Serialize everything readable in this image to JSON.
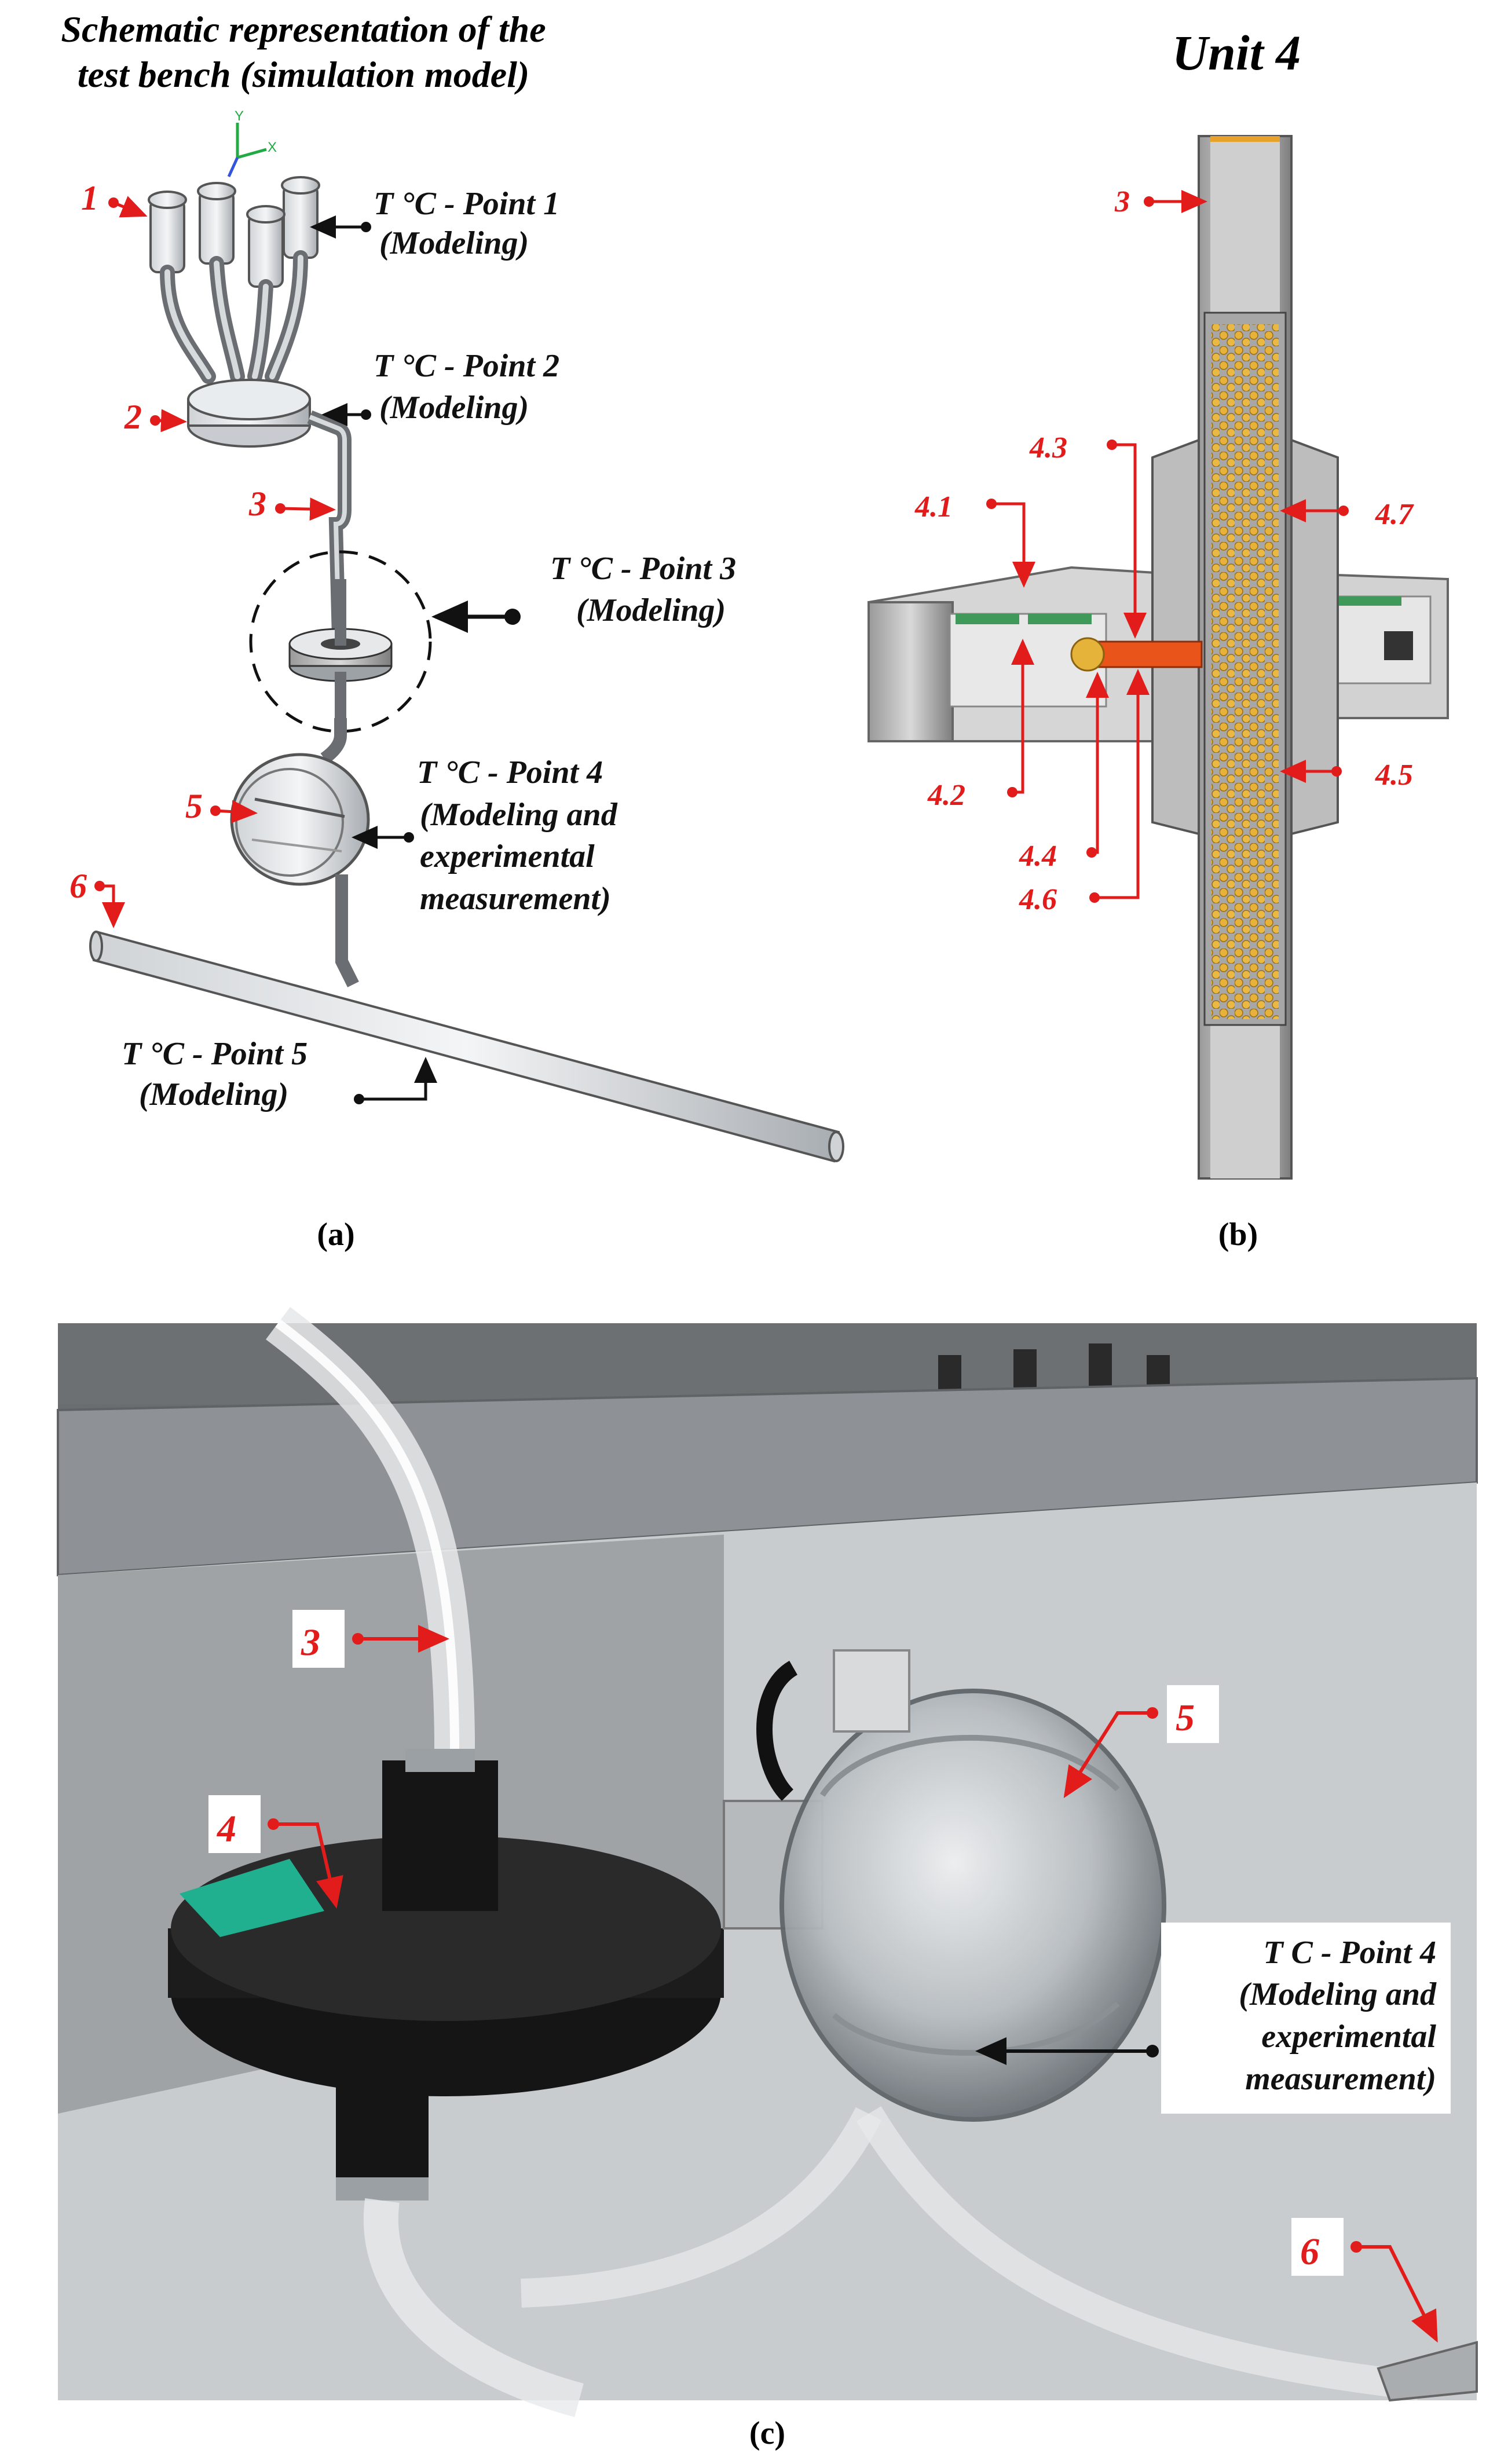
{
  "panel_a": {
    "title_line1": "Schematic representation of the",
    "title_line2": "test bench (simulation model)",
    "markers": [
      "1",
      "2",
      "3",
      "5",
      "6"
    ],
    "axis_y": "Y",
    "axis_x": "X",
    "points": [
      {
        "line1": "T °C - Point 1",
        "line2": "(Modeling)"
      },
      {
        "line1": "T °C - Point 2",
        "line2": "(Modeling)"
      },
      {
        "line1": "T °C - Point 3",
        "line2": "(Modeling)"
      },
      {
        "line1": "T °C - Point 4",
        "line2": "(Modeling and",
        "line3": "experimental",
        "line4": "measurement)"
      },
      {
        "line1": "T °C - Point 5",
        "line2": "(Modeling)"
      }
    ],
    "caption": "(a)"
  },
  "panel_b": {
    "title": "Unit 4",
    "markers": [
      "3",
      "4.1",
      "4.2",
      "4.3",
      "4.4",
      "4.5",
      "4.6",
      "4.7"
    ],
    "caption": "(b)"
  },
  "panel_c": {
    "markers": [
      "3",
      "4",
      "5",
      "6"
    ],
    "point_label": {
      "line1": "T C - Point 4",
      "line2": "(Modeling and",
      "line3": "experimental",
      "line4": "measurement)"
    },
    "caption": "(c)"
  },
  "colors": {
    "label_red": "#e21b1b",
    "capsule_gold": "#e7b23a",
    "rod_orange": "#e8541a",
    "panel_green": "#3f9a5a"
  }
}
